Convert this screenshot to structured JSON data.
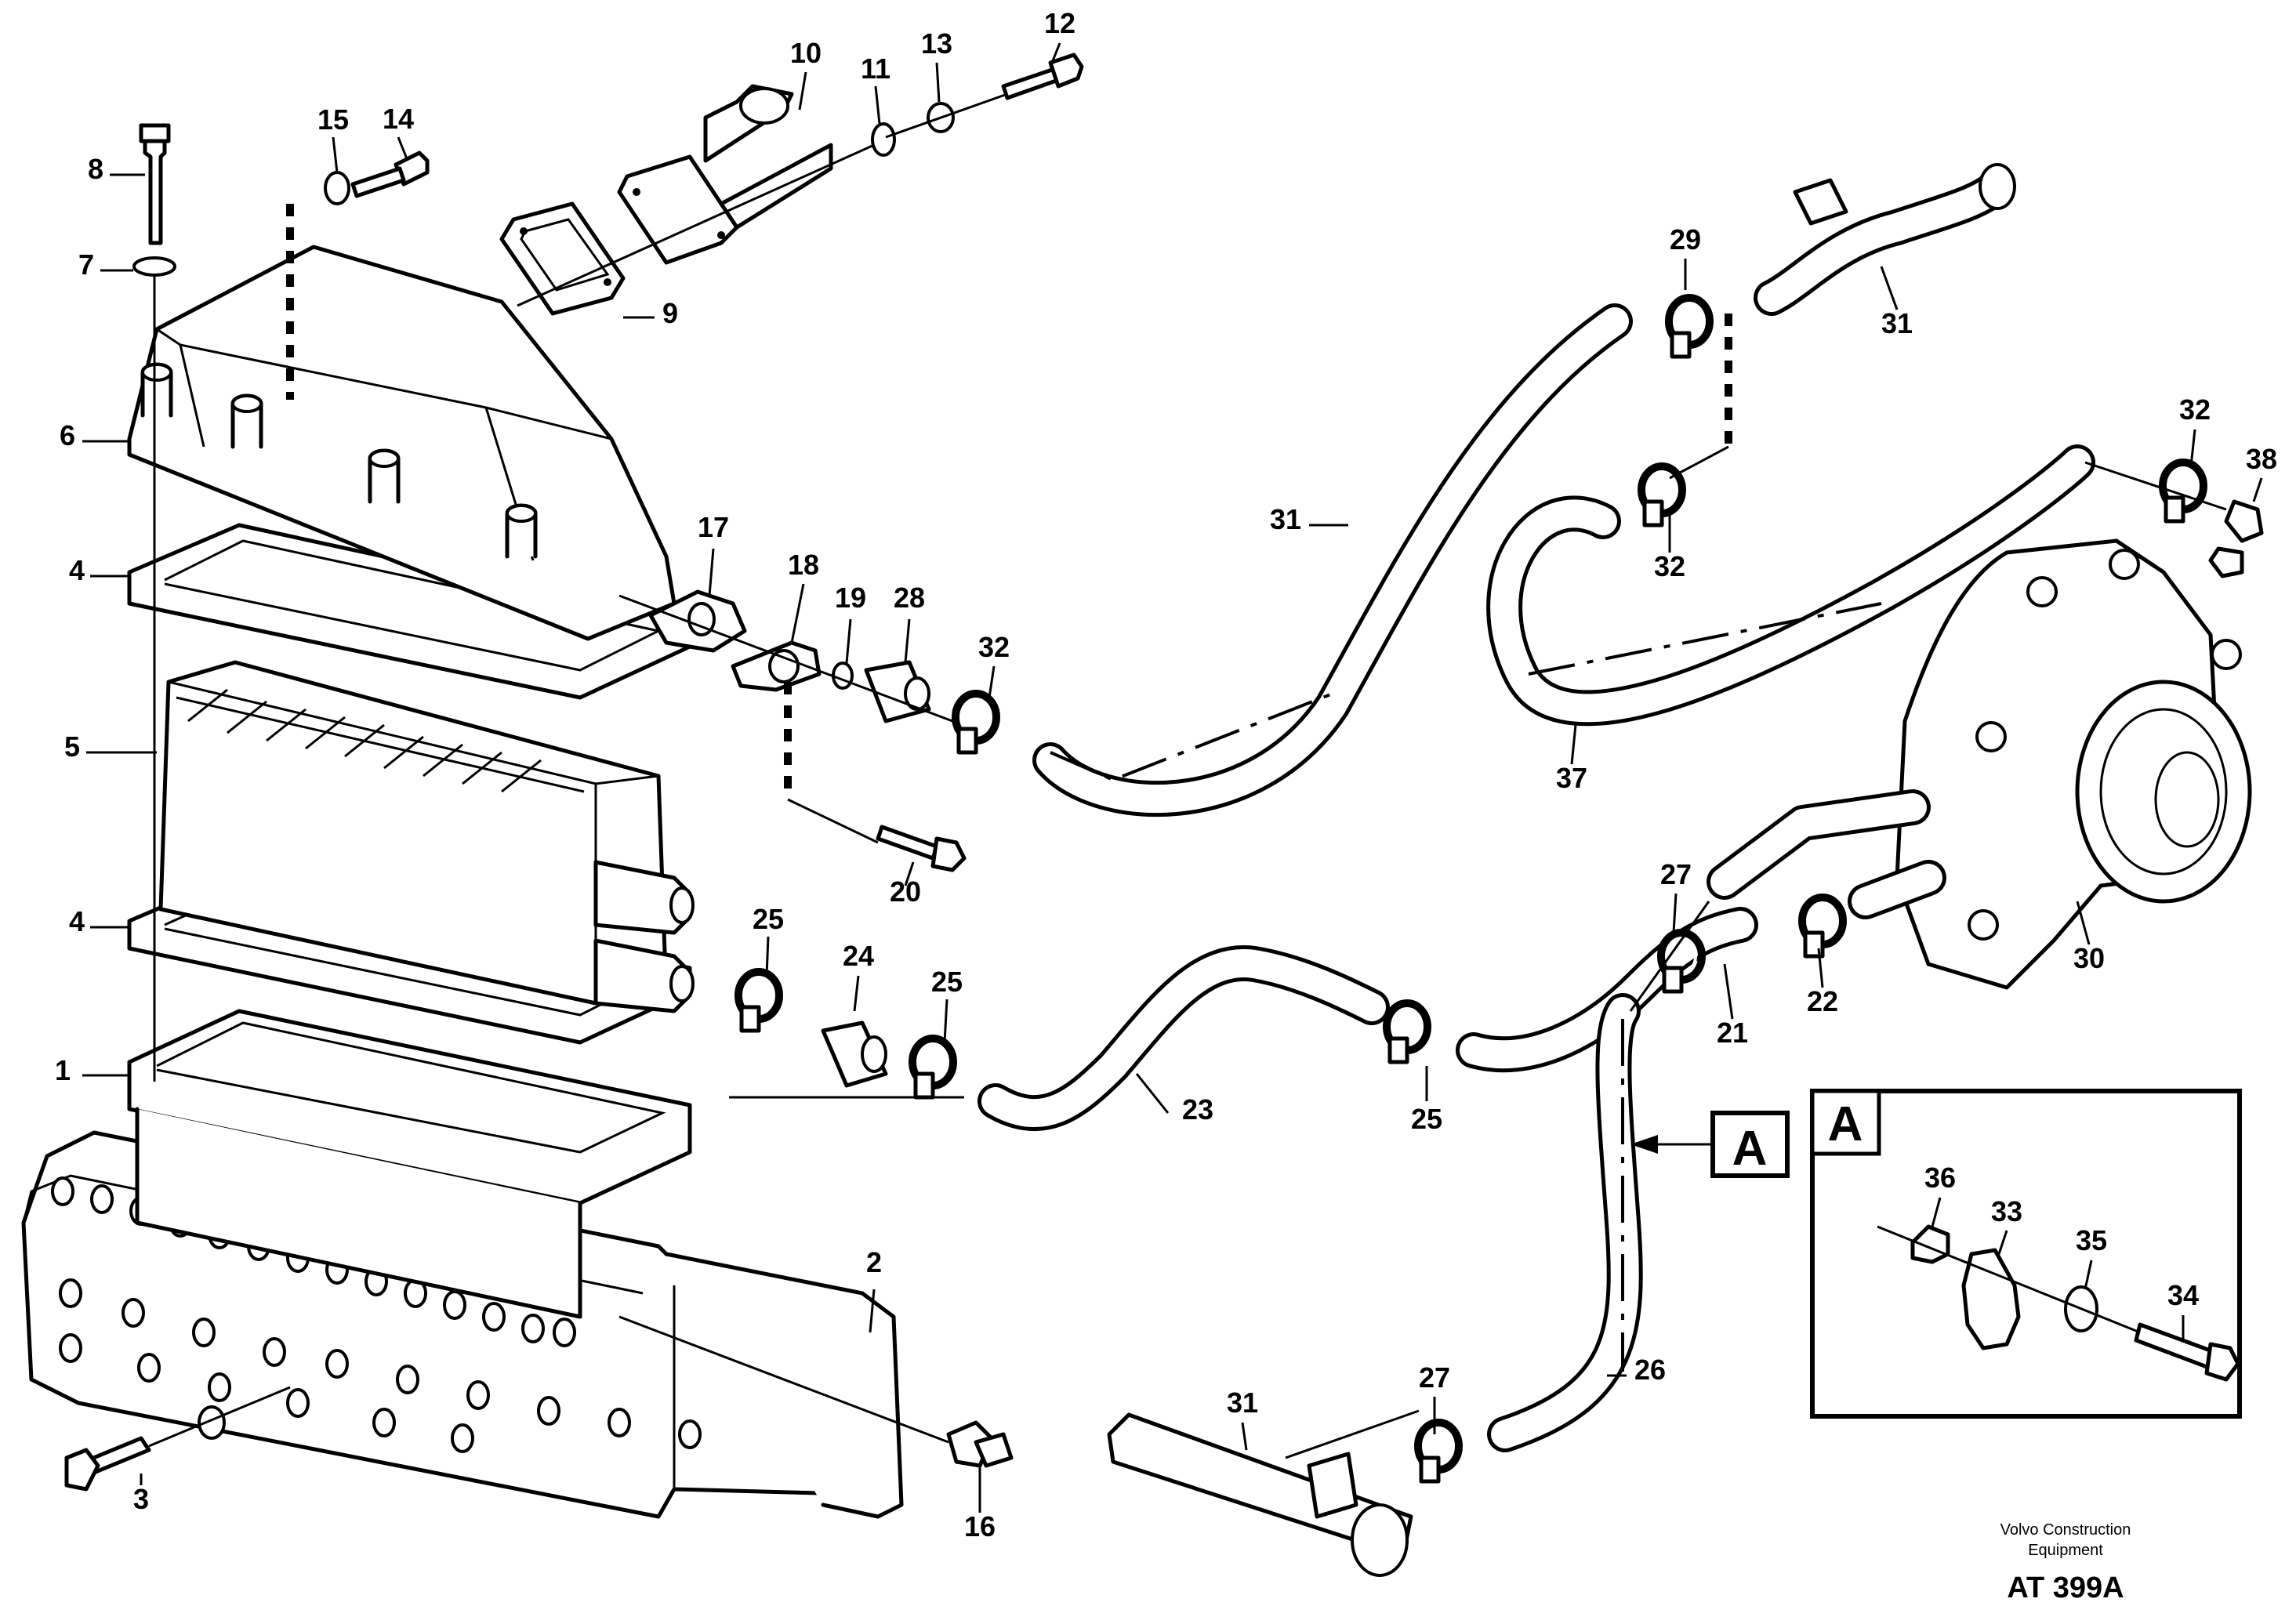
{
  "callouts": [
    {
      "id": "1",
      "text": "1"
    },
    {
      "id": "2",
      "text": "2"
    },
    {
      "id": "3",
      "text": "3"
    },
    {
      "id": "4a",
      "text": "4"
    },
    {
      "id": "4b",
      "text": "4"
    },
    {
      "id": "5",
      "text": "5"
    },
    {
      "id": "6",
      "text": "6"
    },
    {
      "id": "7",
      "text": "7"
    },
    {
      "id": "8",
      "text": "8"
    },
    {
      "id": "9",
      "text": "9"
    },
    {
      "id": "10",
      "text": "10"
    },
    {
      "id": "11",
      "text": "11"
    },
    {
      "id": "12",
      "text": "12"
    },
    {
      "id": "13",
      "text": "13"
    },
    {
      "id": "14",
      "text": "14"
    },
    {
      "id": "15",
      "text": "15"
    },
    {
      "id": "16",
      "text": "16"
    },
    {
      "id": "17",
      "text": "17"
    },
    {
      "id": "18",
      "text": "18"
    },
    {
      "id": "19",
      "text": "19"
    },
    {
      "id": "20",
      "text": "20"
    },
    {
      "id": "21",
      "text": "21"
    },
    {
      "id": "22",
      "text": "22"
    },
    {
      "id": "23",
      "text": "23"
    },
    {
      "id": "24",
      "text": "24"
    },
    {
      "id": "25a",
      "text": "25"
    },
    {
      "id": "25b",
      "text": "25"
    },
    {
      "id": "25c",
      "text": "25"
    },
    {
      "id": "26",
      "text": "26"
    },
    {
      "id": "27a",
      "text": "27"
    },
    {
      "id": "27b",
      "text": "27"
    },
    {
      "id": "28",
      "text": "28"
    },
    {
      "id": "29",
      "text": "29"
    },
    {
      "id": "30",
      "text": "30"
    },
    {
      "id": "31a",
      "text": "31"
    },
    {
      "id": "31b",
      "text": "31"
    },
    {
      "id": "31c",
      "text": "31"
    },
    {
      "id": "32a",
      "text": "32"
    },
    {
      "id": "32b",
      "text": "32"
    },
    {
      "id": "32c",
      "text": "32"
    },
    {
      "id": "33",
      "text": "33"
    },
    {
      "id": "34",
      "text": "34"
    },
    {
      "id": "35",
      "text": "35"
    },
    {
      "id": "36",
      "text": "36"
    },
    {
      "id": "37",
      "text": "37"
    },
    {
      "id": "38",
      "text": "38"
    }
  ],
  "detail_marker": "A",
  "detail_box_label": "A",
  "footer": {
    "brand_line1": "Volvo Construction",
    "brand_line2": "Equipment",
    "drawing_code": "AT 399A"
  }
}
